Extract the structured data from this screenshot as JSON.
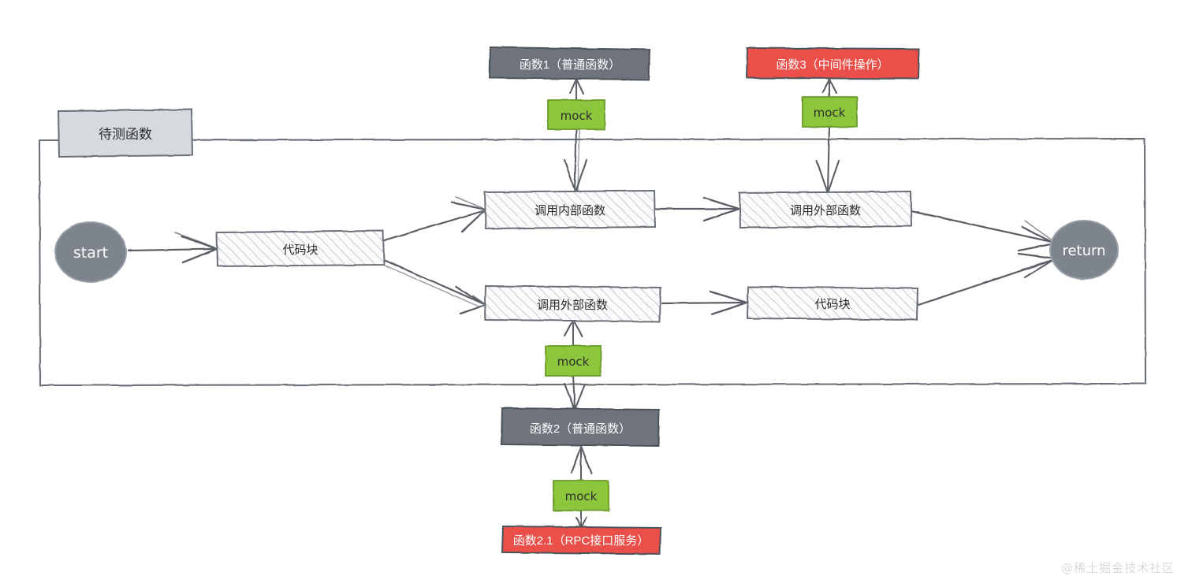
{
  "diagram": {
    "title_box": {
      "label": "待测函数"
    },
    "nodes": {
      "start": {
        "label": "start",
        "shape": "ellipse",
        "fill": "#7e848c"
      },
      "code_block_1": {
        "label": "代码块",
        "shape": "hatched-rect"
      },
      "call_internal": {
        "label": "调用内部函数",
        "shape": "hatched-rect"
      },
      "call_external_top": {
        "label": "调用外部函数",
        "shape": "hatched-rect"
      },
      "call_external_bottom": {
        "label": "调用外部函数",
        "shape": "hatched-rect"
      },
      "code_block_2": {
        "label": "代码块",
        "shape": "hatched-rect"
      },
      "return": {
        "label": "return",
        "shape": "ellipse",
        "fill": "#7e848c"
      },
      "func1": {
        "label": "函数1（普通函数）",
        "shape": "rect",
        "fill": "#6e737b"
      },
      "func2": {
        "label": "函数2（普通函数）",
        "shape": "rect",
        "fill": "#6e737b"
      },
      "func3": {
        "label": "函数3（中间件操作）",
        "shape": "rect",
        "fill": "#ea4f4a"
      },
      "func21": {
        "label": "函数2.1（RPC接口服务）",
        "shape": "rect",
        "fill": "#ea4f4a"
      }
    },
    "mocks": [
      {
        "id": "mock-func1",
        "label": "mock"
      },
      {
        "id": "mock-func3",
        "label": "mock"
      },
      {
        "id": "mock-func2",
        "label": "mock"
      },
      {
        "id": "mock-func21",
        "label": "mock"
      }
    ],
    "colors": {
      "gray_node": "#6e737b",
      "ellipse_gray": "#7e848c",
      "red_node": "#ea4f4a",
      "mock_green": "#8cc63e",
      "title_box": "#d6dade",
      "stroke": "#5b5f66",
      "hatch": "#c9cdd2",
      "watermark": "#d8dade"
    },
    "watermark": "@稀土掘金技术社区"
  }
}
